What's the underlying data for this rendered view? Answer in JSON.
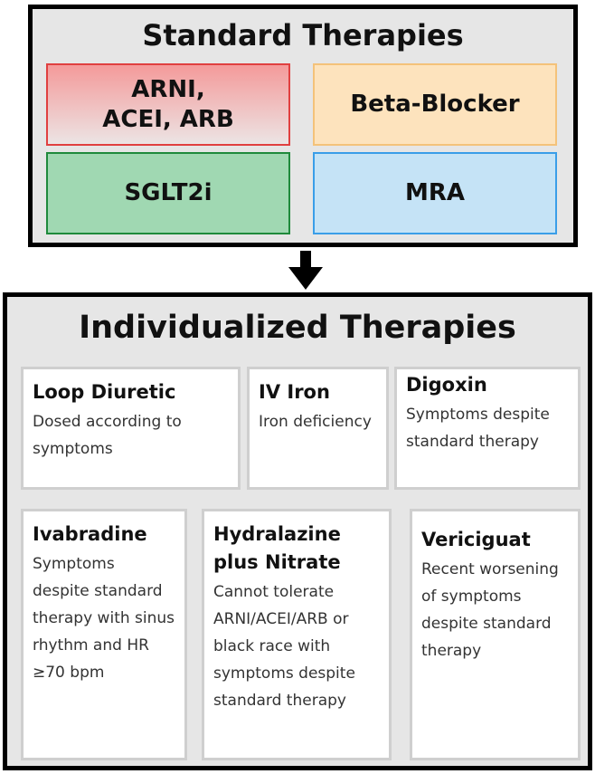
{
  "standard": {
    "title": "Standard Therapies",
    "boxes": {
      "arni": "ARNI,\nACEI, ARB",
      "beta_blocker": "Beta-Blocker",
      "sglt2i": "SGLT2i",
      "mra": "MRA"
    },
    "colors": {
      "arni_border": "#e04040",
      "beta_border": "#f4c27a",
      "sglt_border": "#1f8a3c",
      "mra_border": "#3a9ee8"
    }
  },
  "individualized": {
    "title": "Individualized Therapies",
    "cards": [
      {
        "title": "Loop Diuretic",
        "desc": "Dosed according to symptoms"
      },
      {
        "title": "IV Iron",
        "desc": "Iron deficiency"
      },
      {
        "title": "Digoxin",
        "desc": "Symptoms despite standard therapy"
      },
      {
        "title": "Ivabradine",
        "desc": "Symptoms despite standard therapy with sinus rhythm and HR ≥70 bpm"
      },
      {
        "title": "Hydralazine plus Nitrate",
        "desc": "Cannot tolerate ARNI/ACEI/ARB or black race with symptoms despite standard therapy"
      },
      {
        "title": "Vericiguat",
        "desc": "Recent worsening of symptoms despite standard therapy"
      }
    ]
  },
  "connector": {
    "icon": "down-arrow-icon"
  }
}
